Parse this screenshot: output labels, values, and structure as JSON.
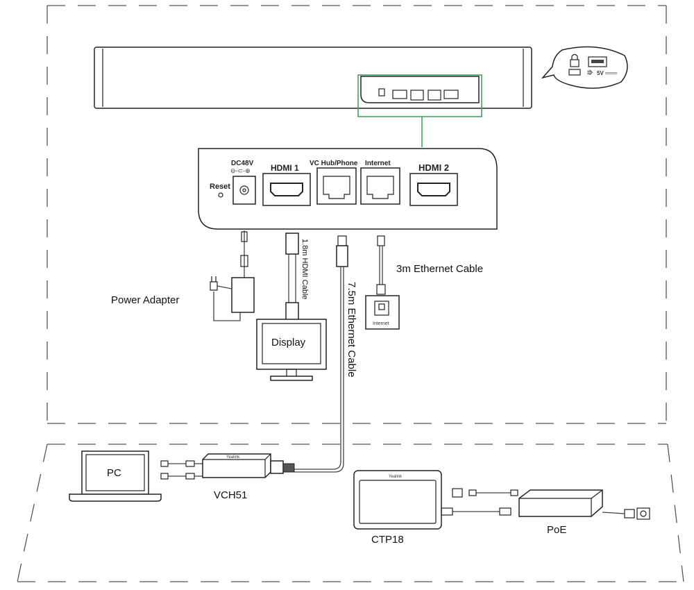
{
  "panel": {
    "reset": "Reset",
    "dc_in": "DC48V",
    "hdmi1": "HDMI 1",
    "vc_hub": "VC Hub/Phone",
    "internet": "Internet",
    "hdmi2": "HDMI 2"
  },
  "bubble": {
    "usb_spec": "5V ═══"
  },
  "cables": {
    "hdmi": "1.8m HDMI Cable",
    "ethernet_long": "7.5m Ethernet Cable",
    "ethernet_short": "3m Ethernet Cable"
  },
  "devices": {
    "power_adapter": "Power Adapter",
    "display": "Display",
    "wall_jack": "Internet",
    "pc": "PC",
    "vch51": "VCH51",
    "vch51_brand": "Yealink",
    "ctp18": "CTP18",
    "ctp18_brand": "Yealink",
    "poe": "PoE"
  }
}
